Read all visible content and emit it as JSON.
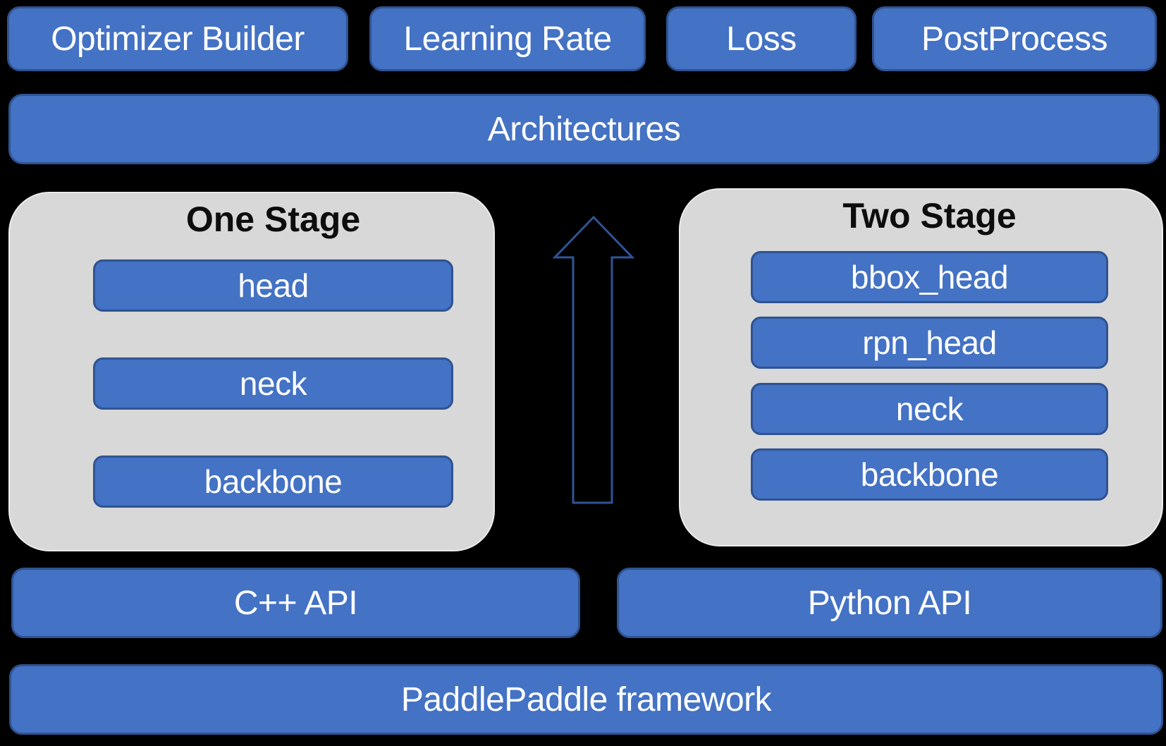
{
  "colors": {
    "background": "#000000",
    "box_blue": "#4472C4",
    "box_blue_border": "#2F5391",
    "box_gray": "#D8D8D8",
    "box_gray_border": "#ECECEC",
    "text_on_blue": "#FFFFFF",
    "text_on_gray": "#0D0D0D",
    "arrow_outline": "#2F5496"
  },
  "top_row": {
    "optimizer_builder": "Optimizer Builder",
    "learning_rate": "Learning Rate",
    "loss": "Loss",
    "postprocess": "PostProcess"
  },
  "architectures_label": "Architectures",
  "one_stage": {
    "title": "One Stage",
    "layers": [
      "head",
      "neck",
      "backbone"
    ]
  },
  "two_stage": {
    "title": "Two Stage",
    "layers": [
      "bbox_head",
      "rpn_head",
      "neck",
      "backbone"
    ]
  },
  "arrow_icon": "up-arrow",
  "api_row": {
    "cpp": "C++ API",
    "python": "Python API"
  },
  "framework_label": "PaddlePaddle framework"
}
